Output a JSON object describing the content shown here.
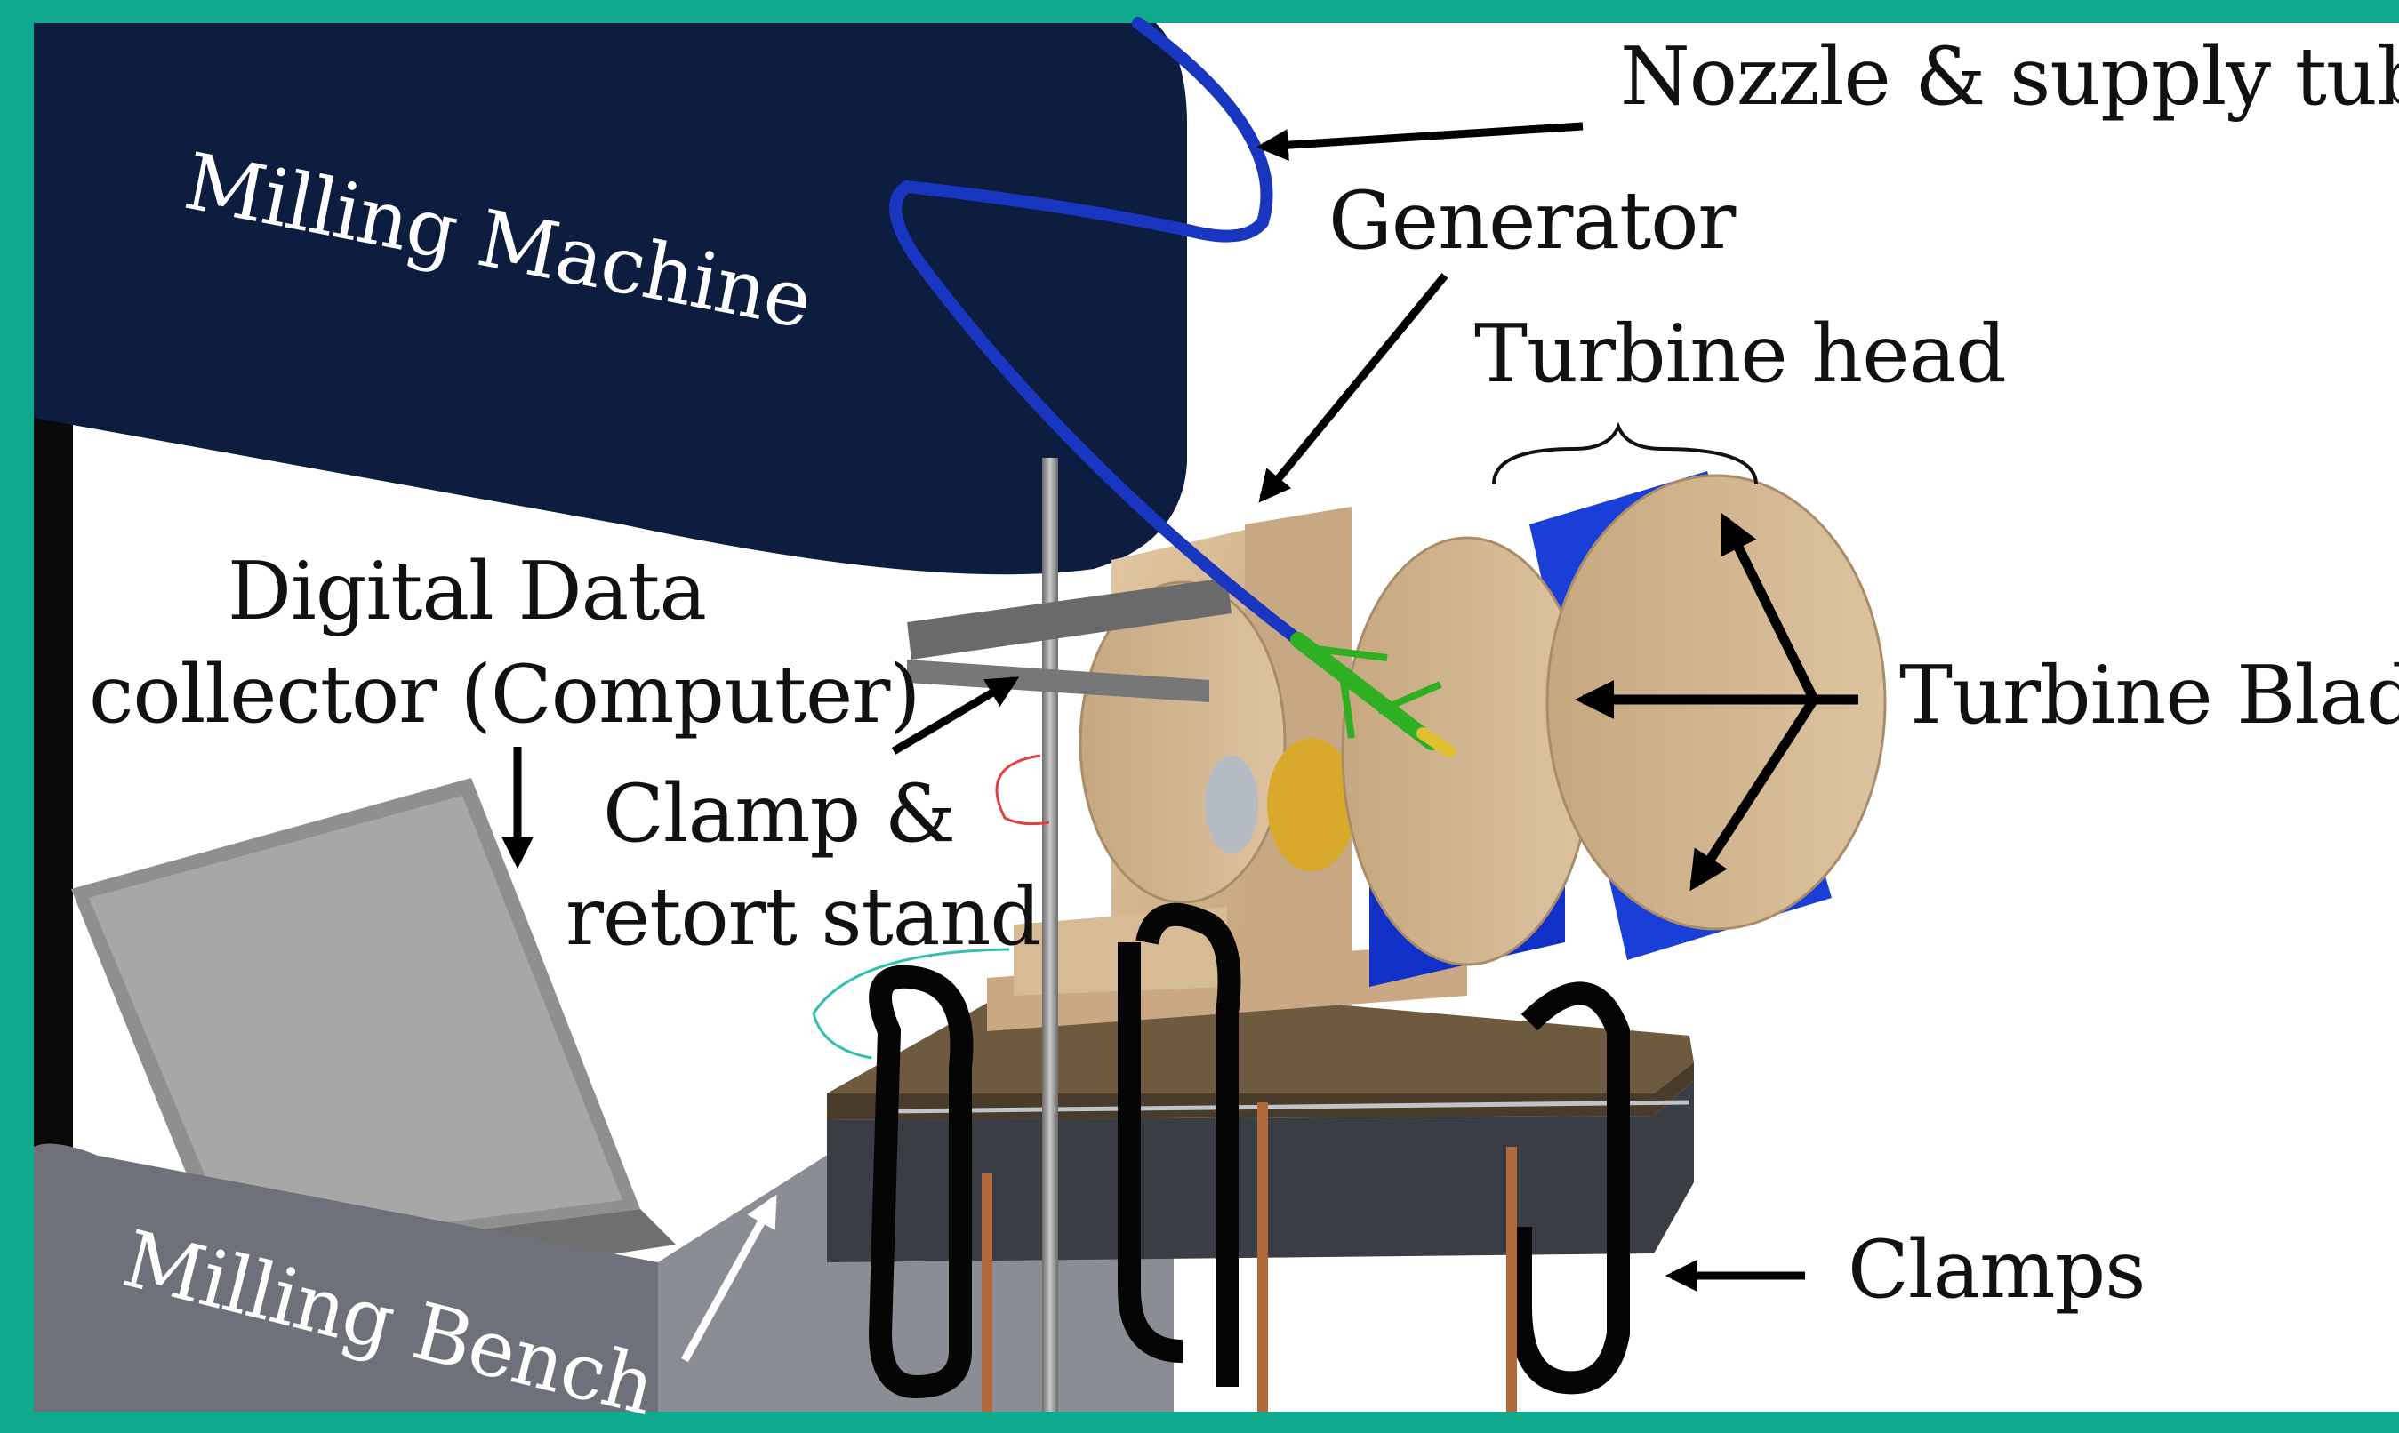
{
  "labels": {
    "milling_machine": "Milling Machine",
    "nozzle": "Nozzle & supply tube",
    "generator": "Generator",
    "turbine_head": "Turbine head",
    "digital_data_line1": "Digital Data",
    "digital_data_line2": "collector (Computer)",
    "turbine_blade": "Turbine Blade",
    "clamp_line1": "Clamp &",
    "clamp_line2": "retort stand",
    "clamps": "Clamps",
    "milling_bench": "Milling Bench"
  },
  "colors": {
    "frame": "#0fa98d",
    "milling_machine": "#0d1d40",
    "turbine_blue": "#1030c8",
    "wood": "#d2b48c",
    "bench": "#7a7d84",
    "arrow": "#000000"
  }
}
